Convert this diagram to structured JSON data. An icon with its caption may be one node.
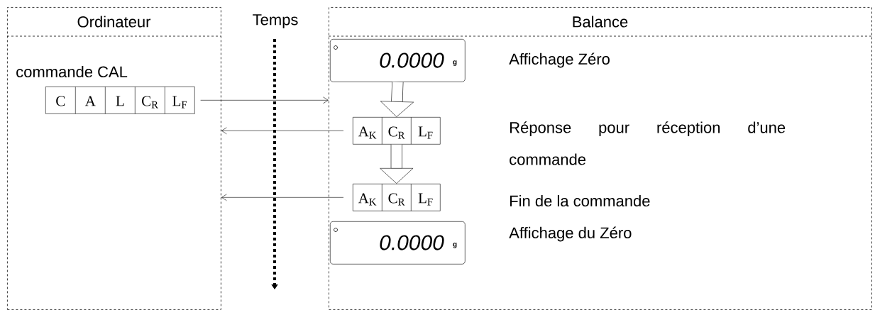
{
  "diagram": {
    "nodes": [
      {
        "text": [
          "Ordinateur"
        ]
      },
      {
        "text": [
          "Balance"
        ]
      },
      {
        "text": [
          "0.0000",
          "g"
        ],
        "in": 1,
        "beside": [
          "Affichage Zéro"
        ]
      },
      {
        "text": [
          "C",
          "A",
          "L",
          "C$_{R}$",
          "L$_{F}$"
        ],
        "in": 0,
        "beside": [
          "commande CAL"
        ]
      },
      {
        "text": [
          "A$_{K}$",
          "C$_{R}$",
          "L$_{F}$"
        ],
        "in": 1
      },
      {
        "text": [
          "A$_{K}$",
          "C$_{R}$",
          "L$_{F}$"
        ],
        "in": 1
      },
      {
        "text": [
          "0.0000",
          "g"
        ],
        "in": 1,
        "beside": [
          "Affichage du Zéro"
        ]
      }
    ],
    "edges": [
      {
        "from": 3,
        "to": 1,
        "arrow": "to"
      },
      {
        "from": 2,
        "to": 4,
        "arrow": "to",
        "style": "thick"
      },
      {
        "from": 4,
        "to": 0,
        "arrow": "to"
      },
      {
        "from": 4,
        "to": 5,
        "arrow": "to",
        "style": "thick"
      },
      {
        "from": 5,
        "to": 0,
        "arrow": "to"
      }
    ],
    "labels": [
      "Temps",
      "Réponse pour réception d’une commande",
      "Fin de la commande"
    ]
  }
}
